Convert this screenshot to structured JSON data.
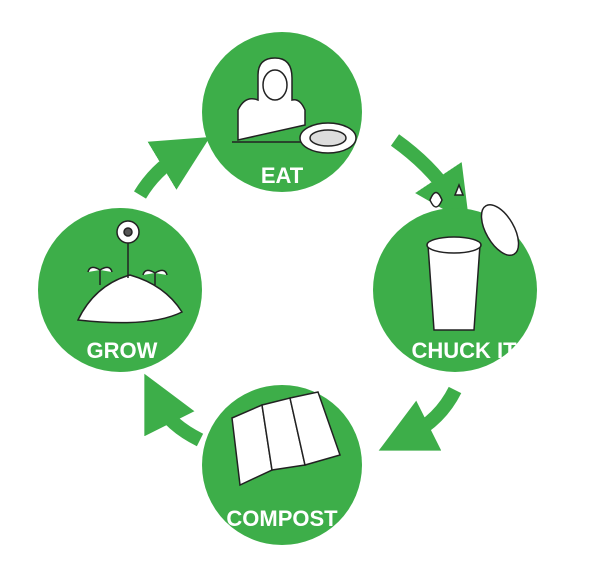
{
  "colors": {
    "green": "#3dae49",
    "ink": "#222222",
    "paper": "#ffffff"
  },
  "stages": [
    {
      "label": "EAT",
      "icon": "person-eating-icon"
    },
    {
      "label": "CHUCK IT",
      "icon": "compost-bin-icon"
    },
    {
      "label": "COMPOST",
      "icon": "compost-pile-icon"
    },
    {
      "label": "GROW",
      "icon": "plants-growing-icon"
    }
  ]
}
